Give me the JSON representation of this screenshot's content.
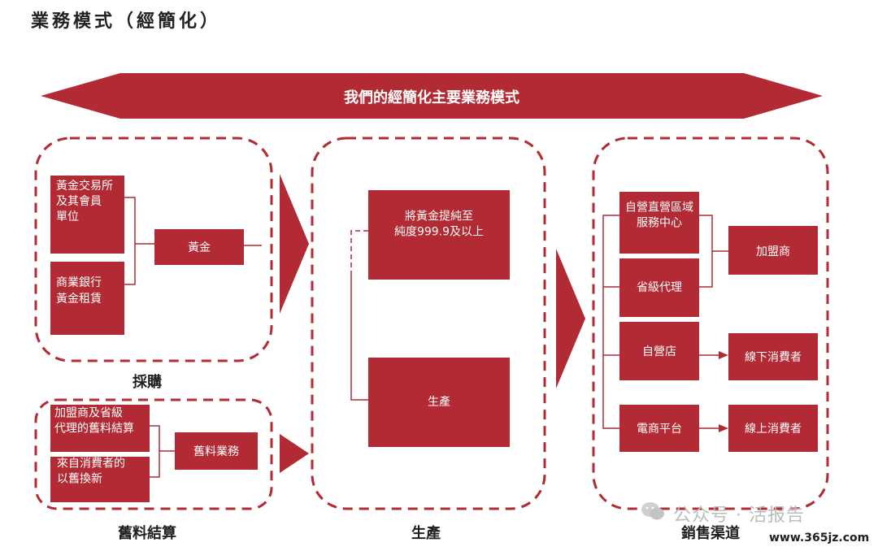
{
  "title": "業務模式（經簡化）",
  "banner": "我們的經簡化主要業務模式",
  "colors": {
    "accent": "#B22A33",
    "text_on_accent": "#ffffff",
    "line": "#B22A33"
  },
  "procurement": {
    "label": "採購",
    "sources": [
      [
        "黃金交易所",
        "及其會員",
        "單位"
      ],
      [
        "商業銀行",
        "黃金租賃"
      ]
    ],
    "output": [
      "黃金"
    ]
  },
  "scrap": {
    "label": "舊料結算",
    "sources": [
      [
        "加盟商及省級",
        "代理的舊料結算"
      ],
      [
        "來自消費者的",
        "以舊換新"
      ]
    ],
    "output": [
      "舊料業務"
    ]
  },
  "production": {
    "label": "生產",
    "refine": [
      "將黃金提純至",
      "純度999.9及以上"
    ],
    "produce": [
      "生產"
    ]
  },
  "sales": {
    "label": "銷售渠道",
    "channels": [
      [
        "自營直營區域",
        "服務中心"
      ],
      [
        "省級代理"
      ],
      [
        "自營店"
      ],
      [
        "電商平台"
      ]
    ],
    "targets": [
      [
        "加盟商"
      ],
      [
        "線下消費者"
      ],
      [
        "線上消費者"
      ]
    ]
  },
  "watermark": {
    "account": "公众号 · 活报告",
    "site": "www.365jz.com"
  }
}
